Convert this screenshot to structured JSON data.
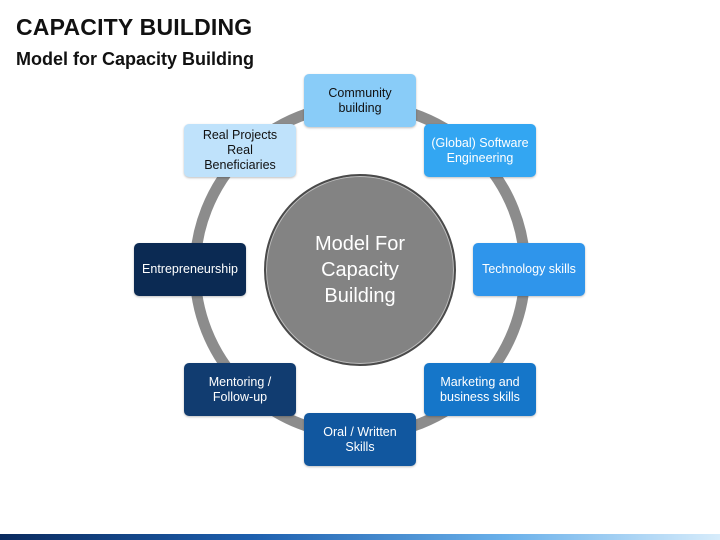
{
  "header": {
    "title": "CAPACITY BUILDING",
    "subtitle": "Model for Capacity Building"
  },
  "center": {
    "label": "Model For Capacity Building"
  },
  "nodes": [
    {
      "label": "Community building",
      "color": "#89ccf8",
      "text_color": "#111111"
    },
    {
      "label": "(Global) Software Engineering",
      "color": "#33a6f2",
      "text_color": "#ffffff"
    },
    {
      "label": "Technology skills",
      "color": "#2f95eb",
      "text_color": "#ffffff"
    },
    {
      "label": "Marketing and business skills",
      "color": "#1576c9",
      "text_color": "#ffffff"
    },
    {
      "label": "Oral / Written Skills",
      "color": "#11579f",
      "text_color": "#ffffff"
    },
    {
      "label": "Mentoring / Follow-up",
      "color": "#113c70",
      "text_color": "#ffffff"
    },
    {
      "label": "Entrepreneurship",
      "color": "#0b2a53",
      "text_color": "#ffffff"
    },
    {
      "label": "Real Projects Real Beneficiaries",
      "color": "#bfe2fb",
      "text_color": "#111111"
    }
  ],
  "colors": {
    "ring": "#8c8c8c",
    "center_fill": "#838383"
  }
}
